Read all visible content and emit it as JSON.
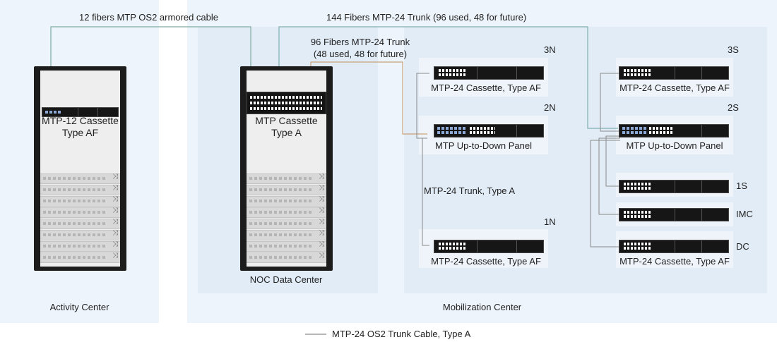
{
  "zones": {
    "activity_label": "Activity Center",
    "noc_label": "NOC Data Center",
    "mobilization_label": "Mobilization Center"
  },
  "cables": {
    "armored": "12 fibers MTP OS2  armored cable",
    "trunk144": "144 Fibers MTP-24 Trunk (96 used, 48 for future)",
    "trunk96_line1": "96 Fibers MTP-24 Trunk",
    "trunk96_line2": "(48 used, 48 for future)",
    "trunk_a": "MTP-24 Trunk, Type A"
  },
  "racks": {
    "activity_l1": "MTP-12 Cassette",
    "activity_l2": "Type AF",
    "noc_l1": "MTP Cassette",
    "noc_l2": "Type A"
  },
  "north": {
    "n3_tag": "3N",
    "n3_label": "MTP-24 Cassette, Type AF",
    "n2_tag": "2N",
    "n2_label": "MTP Up-to-Down Panel",
    "n1_tag": "1N",
    "n1_label": "MTP-24 Cassette, Type AF"
  },
  "south": {
    "s3_tag": "3S",
    "s3_label": "MTP-24 Cassette, Type AF",
    "s2_tag": "2S",
    "s2_label": "MTP Up-to-Down Panel",
    "s1_tag": "1S",
    "imc_tag": "IMC",
    "dc_tag": "DC",
    "dc_label": "MTP-24 Cassette, Type AF"
  },
  "legend": {
    "label": "MTP-24 OS2 Trunk Cable, Type A"
  },
  "colors": {
    "zone_bg": "#edf4fb",
    "mob_bg": "#e2ecf7",
    "line_gray": "#8a8a8a",
    "line_teal": "#7fb0b0",
    "line_tan": "#c9a37a",
    "port_blue": "#8fa9d6"
  }
}
